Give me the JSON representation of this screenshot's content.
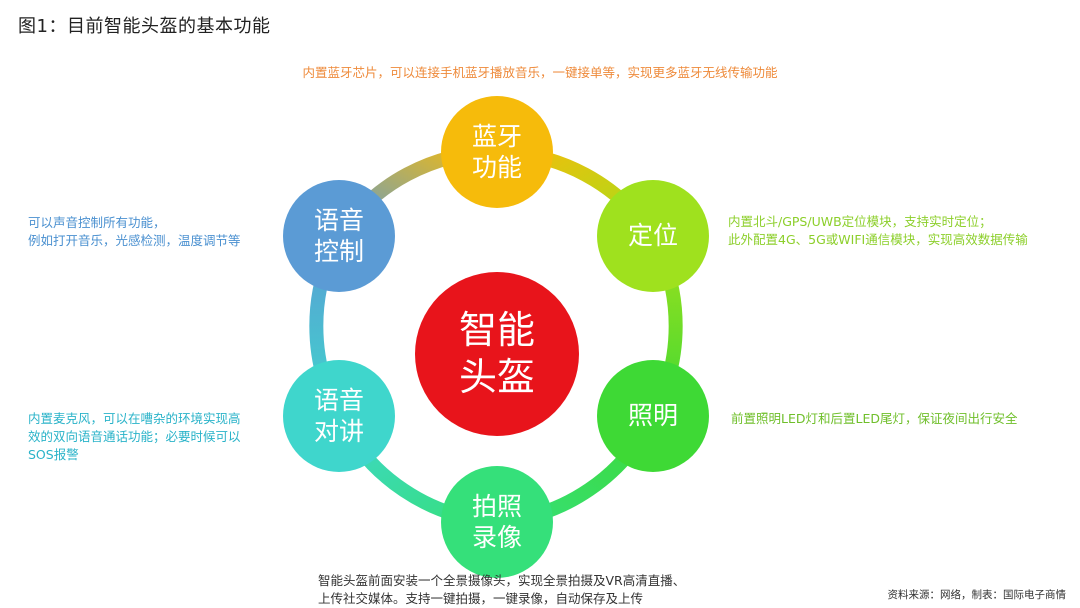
{
  "title": "图1：目前智能头盔的基本功能",
  "center": {
    "line1": "智能",
    "line2": "头盔",
    "color": "#e8141b"
  },
  "nodes": [
    {
      "line1": "蓝牙",
      "line2": "功能",
      "color": "#f6bb0b"
    },
    {
      "line1": "定位",
      "line2": "",
      "color": "#9fe11e"
    },
    {
      "line1": "照明",
      "line2": "",
      "color": "#3ed935"
    },
    {
      "line1": "拍照",
      "line2": "录像",
      "color": "#35e07a"
    },
    {
      "line1": "语音",
      "line2": "对讲",
      "color": "#3fd6cc"
    },
    {
      "line1": "语音",
      "line2": "控制",
      "color": "#5b9bd5"
    }
  ],
  "descriptions": {
    "bluetooth": {
      "text": "内置蓝牙芯片，可以连接手机蓝牙播放音乐，一键接单等，实现更多蓝牙无线传输功能",
      "color": "#ee8a3a"
    },
    "positioning": {
      "line1": "内置北斗/GPS/UWB定位模块，支持实时定位；",
      "line2": "此外配置4G、5G或WIFI通信模块，实现高效数据传输",
      "color": "#8ccf2a"
    },
    "lighting": {
      "text": "前置照明LED灯和后置LED尾灯，保证夜间出行安全",
      "color": "#6fbf2a"
    },
    "camera": {
      "line1": "智能头盔前面安装一个全景摄像头，实现全景拍摄及VR高清直播、",
      "line2": "上传社交媒体。支持一键拍摄，一键录像，自动保存及上传",
      "color": "#333333"
    },
    "intercom": {
      "line1": "内置麦克风，可以在嘈杂的环境实现高",
      "line2": "效的双向语音通话功能；必要时候可以",
      "line3": "SOS报警",
      "color": "#2ab3c9"
    },
    "voice_control": {
      "line1": "可以声音控制所有功能，",
      "line2": "例如打开音乐，光感检测，温度调节等",
      "color": "#4a90d0"
    }
  },
  "source": "资料来源：网络，制表：国际电子商情"
}
